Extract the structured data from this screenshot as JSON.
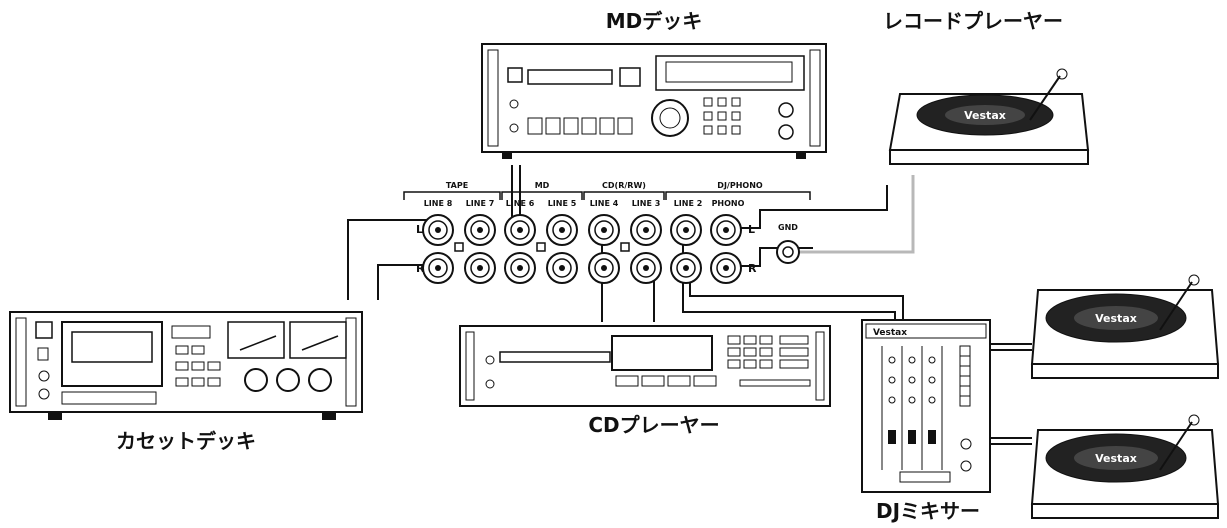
{
  "devices": {
    "md_deck": "MDデッキ",
    "record_player": "レコードプレーヤー",
    "cassette_deck": "カセットデッキ",
    "cd_player": "CDプレーヤー",
    "dj_mixer": "DJミキサー"
  },
  "panel": {
    "groups": {
      "tape": "TAPE",
      "md": "MD",
      "cd": "CD(R/RW)",
      "dj": "DJ/PHONO"
    },
    "jacks": {
      "line8": "LINE 8",
      "line7": "LINE 7",
      "line6": "LINE 6",
      "line5": "LINE 5",
      "line4": "LINE 4",
      "line3": "LINE 3",
      "line2": "LINE 2",
      "phono": "PHONO"
    },
    "gnd": "GND",
    "left": "L",
    "right": "R"
  },
  "brand": "Vestax",
  "colors": {
    "ink": "#111111",
    "cable_gray": "#b8b8b8",
    "background": "#ffffff"
  }
}
